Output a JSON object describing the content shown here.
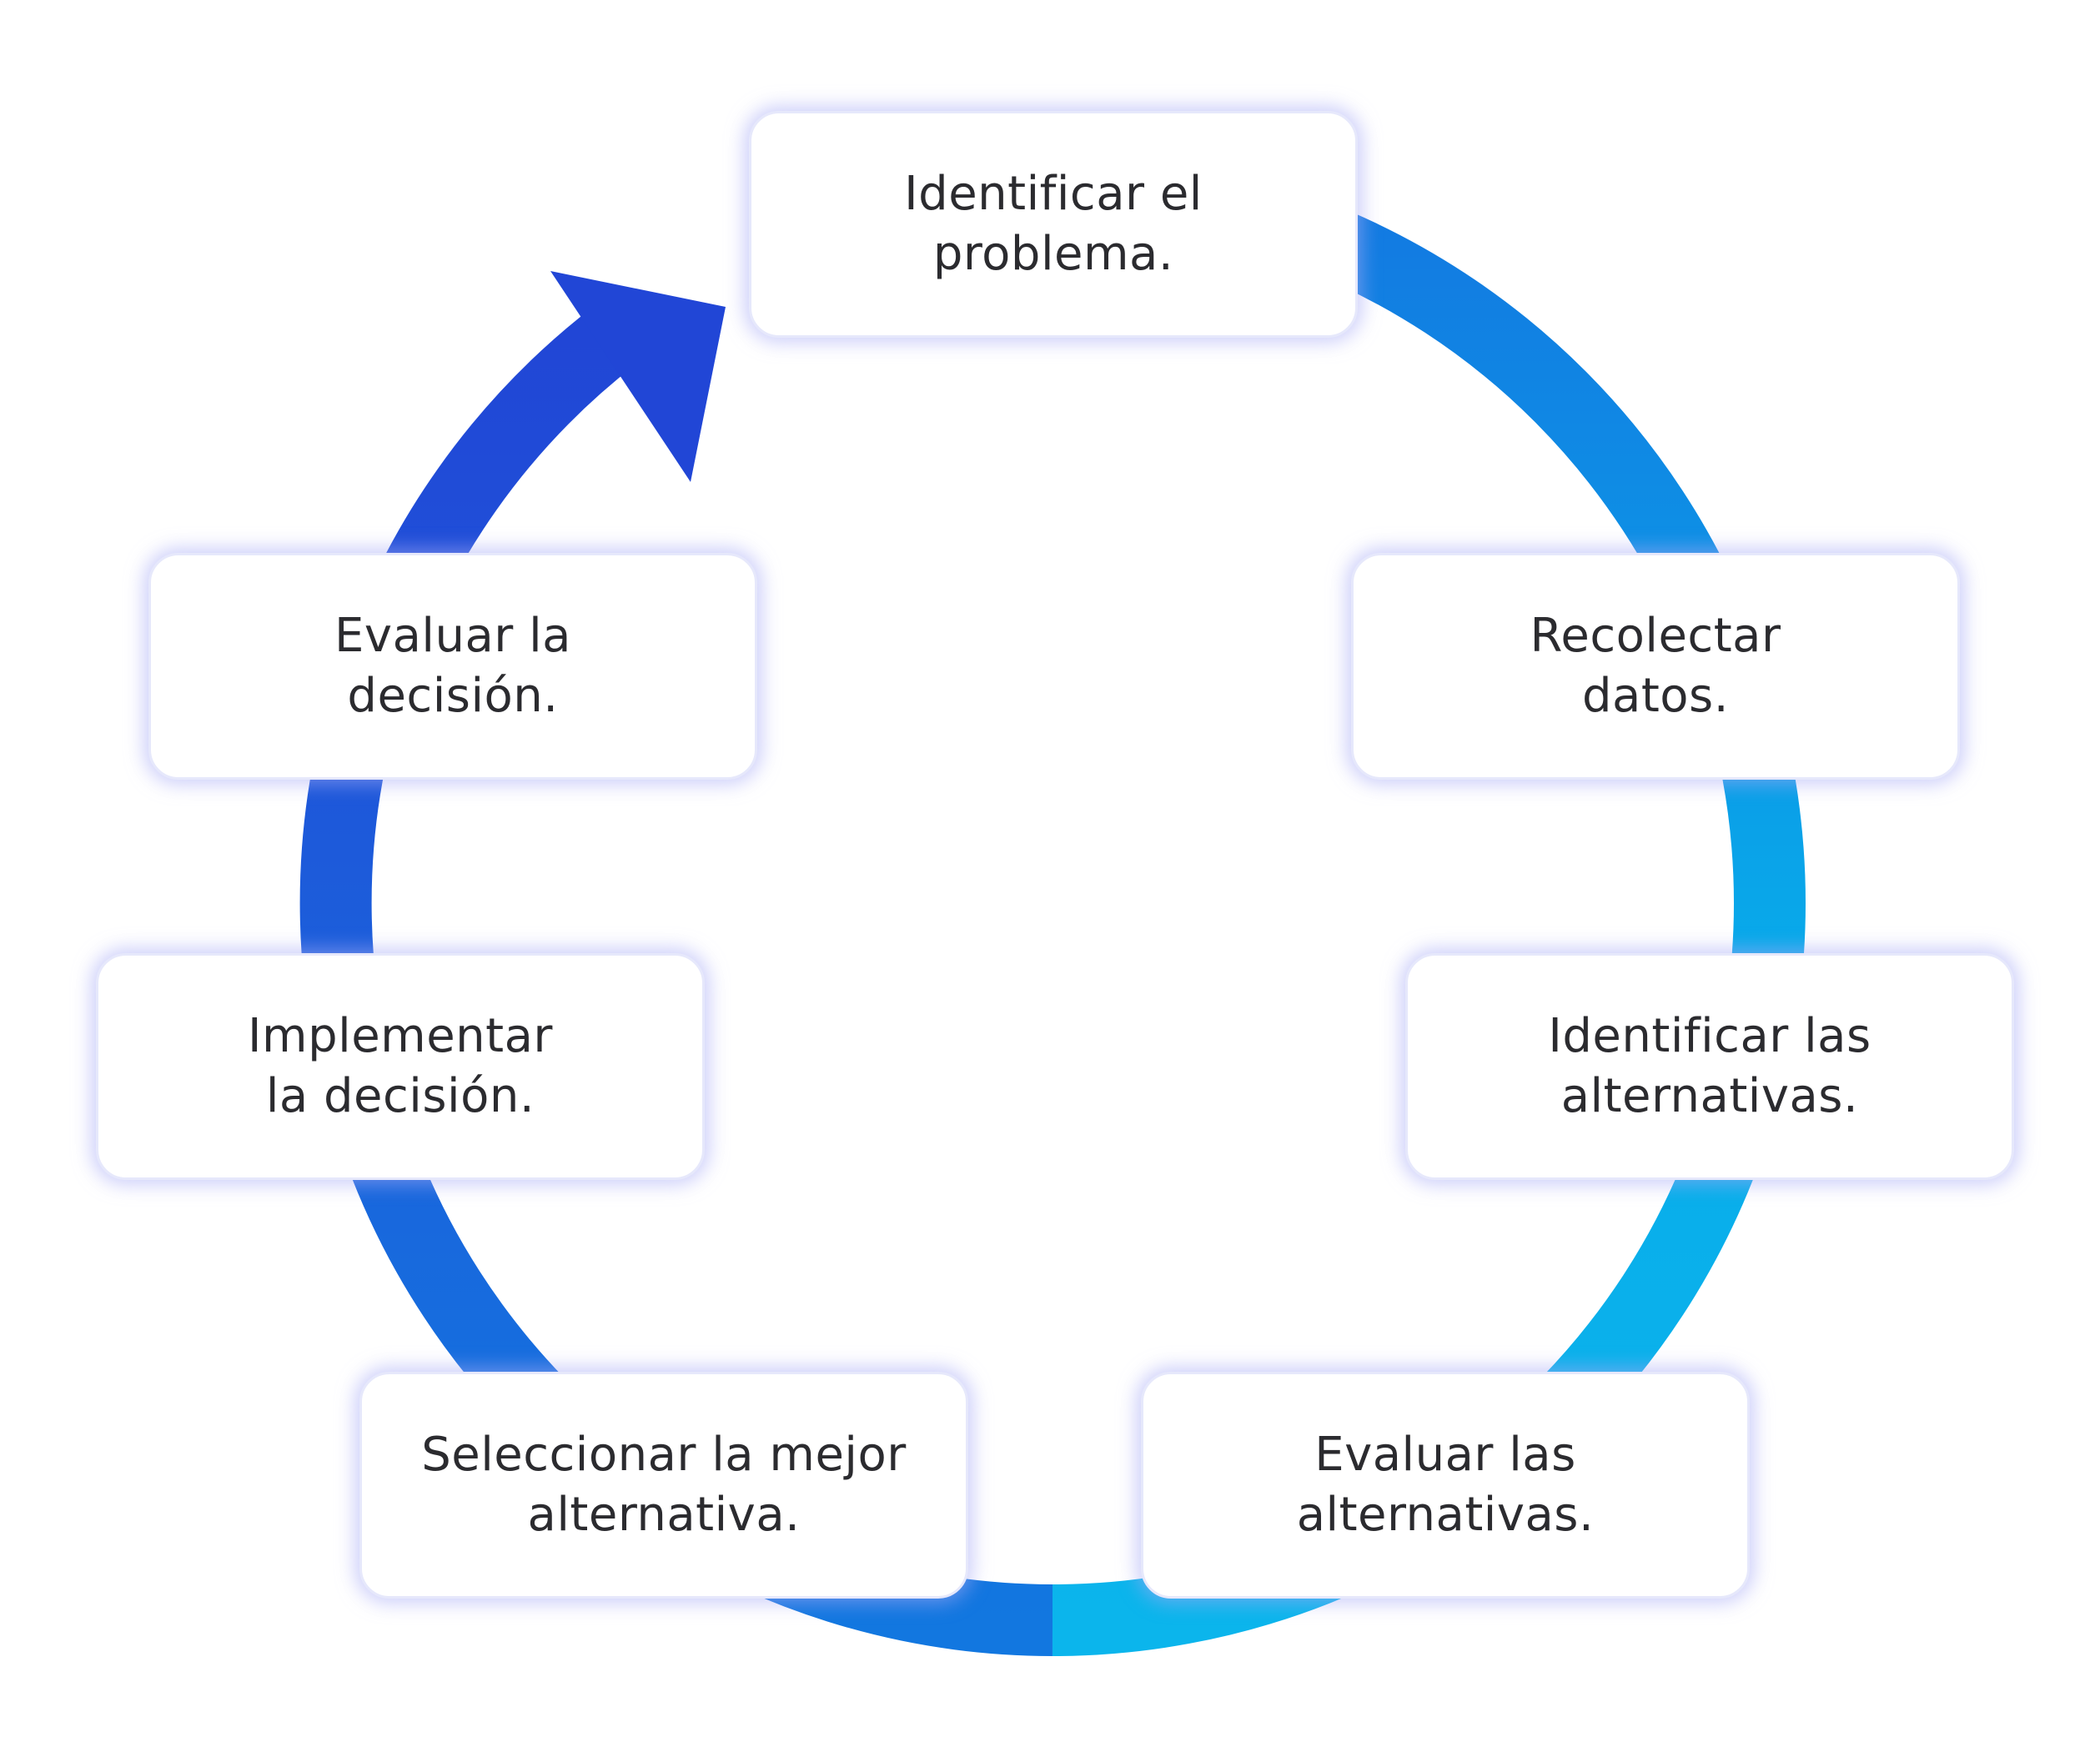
{
  "colors": {
    "cycle_gradient_start": "#0bb5ec",
    "cycle_gradient_mid": "#1277e0",
    "cycle_gradient_end": "#2146d6",
    "box_background": "#ffffff",
    "box_glow": "#a5aaf5",
    "text": "#2b2b2f"
  },
  "steps": [
    {
      "label": "Identificar el\nproblema."
    },
    {
      "label": "Recolectar\ndatos."
    },
    {
      "label": "Identificar las\nalternativas."
    },
    {
      "label": "Evaluar las\nalternativas."
    },
    {
      "label": "Seleccionar la mejor\nalternativa."
    },
    {
      "label": "Implementar\nla decisión."
    },
    {
      "label": "Evaluar la\ndecisión."
    }
  ],
  "cycle": {
    "direction": "clockwise",
    "arrowhead": "arrow-pointing-to-first-step"
  }
}
